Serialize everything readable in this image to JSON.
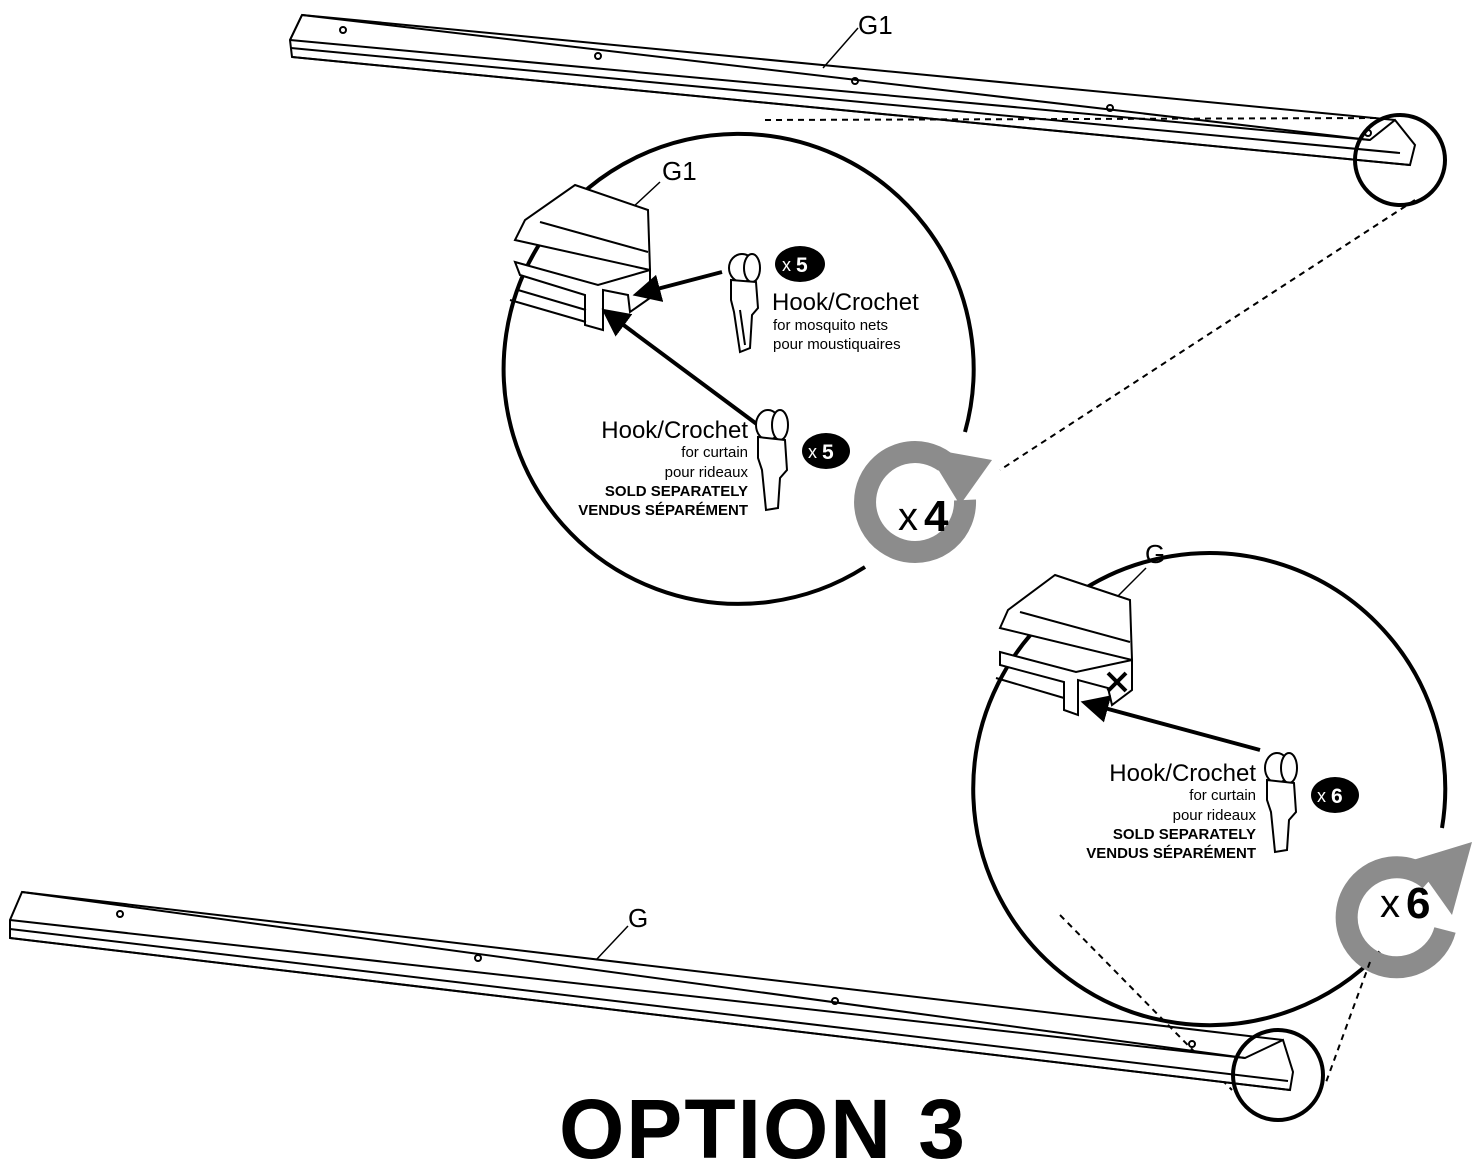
{
  "rail_top": {
    "label": "G1"
  },
  "rail_bottom": {
    "label": "G"
  },
  "detail_top": {
    "rail_label": "G1",
    "hook_net": {
      "count_prefix": "x",
      "count_value": "5",
      "title": "Hook/Crochet",
      "line1": "for mosquito nets",
      "line2": "pour moustiquaires"
    },
    "hook_curtain": {
      "count_prefix": "x",
      "count_value": "5",
      "title": "Hook/Crochet",
      "line1": "for curtain",
      "line2": "pour rideaux",
      "line3": "SOLD SEPARATELY",
      "line4": "VENDUS SÉPARÉMENT"
    },
    "repeat": {
      "prefix": "x",
      "value": "4"
    }
  },
  "detail_bottom": {
    "rail_label": "G",
    "hook_curtain": {
      "count_prefix": "x",
      "count_value": "6",
      "title": "Hook/Crochet",
      "line1": "for curtain",
      "line2": "pour rideaux",
      "line3": "SOLD SEPARATELY",
      "line4": "VENDUS SÉPARÉMENT"
    },
    "repeat": {
      "prefix": "x",
      "value": "6"
    }
  },
  "footer": {
    "title": "OPTION 3"
  },
  "colors": {
    "ink": "#000000",
    "rotate_arrow": "#8c8c8c",
    "paper": "#ffffff"
  }
}
